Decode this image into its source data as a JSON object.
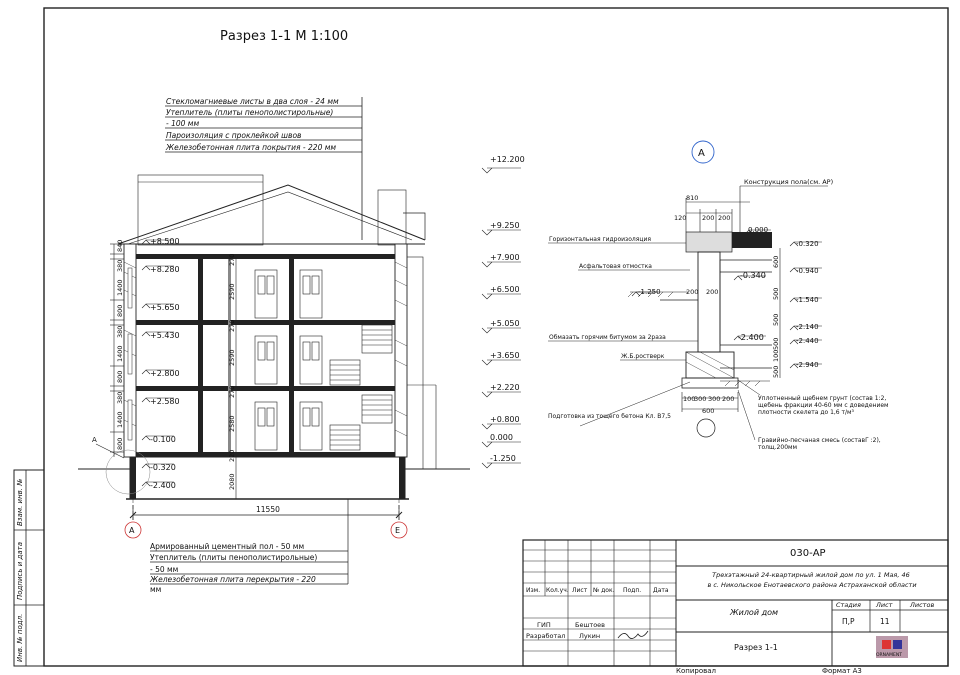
{
  "title": "Разрез 1-1 М 1:100",
  "roof_layers": [
    "Стекломагниевые листы в два слоя - 24 мм",
    "Утеплитель (плиты пенополистирольные)",
    "- 100 мм",
    "Пароизоляция с проклейкой швов",
    "Железобетонная плита покрытия - 220 мм"
  ],
  "floor_layers": [
    "Армированный цементный пол - 50 мм",
    "Утеплитель (плиты пенополистирольные)",
    "- 50 мм",
    "Железобетонная плита перекрытия - 220",
    "мм"
  ],
  "left_levels": [
    "+8.500",
    "+8.280",
    "+5.650",
    "+5.430",
    "+2.800",
    "+2.580",
    "-0.100",
    "-0.320",
    "-2.400"
  ],
  "right_levels": [
    "+12.200",
    "+9.250",
    "+7.900",
    "+6.500",
    "+5.050",
    "+3.650",
    "+2.220",
    "+0.800",
    "0.000",
    "-1.250"
  ],
  "left_dims": [
    "840",
    "380",
    "1400",
    "800",
    "380",
    "1400",
    "800",
    "380",
    "1400",
    "800"
  ],
  "inner_dims": [
    "2590",
    "2590",
    "2580",
    "2080"
  ],
  "inner_dims_b": [
    "270",
    "270",
    "270",
    "220"
  ],
  "span_dim": "11550",
  "axes": [
    "А",
    "Е"
  ],
  "mark_a": "А",
  "detail": {
    "label": "А",
    "top_dims": [
      "120",
      "200",
      "200"
    ],
    "top_dim_span": "810",
    "top_ref": "Конструкция пола(см. АР)",
    "levels": [
      "0.000",
      "-0.320",
      "-0.940",
      "-1.540",
      "-2.140",
      "-2.440",
      "-2.940",
      "-0.340",
      "-2.400",
      "-1.250"
    ],
    "side_dims": [
      "600",
      "500",
      "500",
      "500",
      "100",
      "500"
    ],
    "bottom_dims": [
      "100",
      "300",
      "300",
      "200"
    ],
    "bottom_total": "600",
    "notes": [
      "Горизонтальная гидроизоляция",
      "Асфальтовая отмостка",
      "Обмазать горячим битумом за 2раза",
      "Ж.Б.ростверк",
      "Подготовка из тощего бетона Кл. В7,5",
      "Уплотненный щебнем грунт (состав 1:2, щебень фракции 40-60 мм с доведением плотности скелета до 1,6 т/м³",
      "Гравийно-песчаная смесь (составГ :2), толщ.200мм"
    ],
    "wall_dims": [
      "200",
      "200"
    ]
  },
  "stamp": {
    "code": "030-АР",
    "project": "Трехэтажный 24-квартирный жилой дом по ул. 1 Мая, 46 в с. Никольское Енотаевского района Астраханской области",
    "object": "Жилой дом",
    "sheet_title": "Разрез 1-1",
    "col_headers": [
      "Изм.",
      "Кол.уч.",
      "Лист",
      "№ док.",
      "Подп.",
      "Дата"
    ],
    "roles": [
      "ГИП",
      "Разработал"
    ],
    "names": [
      "Бештоев",
      "Лукин"
    ],
    "stage_headers": [
      "Стадия",
      "Лист",
      "Листов"
    ],
    "stage": "П,Р",
    "sheet_no": "11",
    "sheets": "",
    "logo": "ORNAMENT",
    "copied": "Копировал",
    "format": "Формат А3"
  },
  "side_labels": [
    "Взам. инв. №",
    "Подпись и дата",
    "Инв. № подл."
  ]
}
